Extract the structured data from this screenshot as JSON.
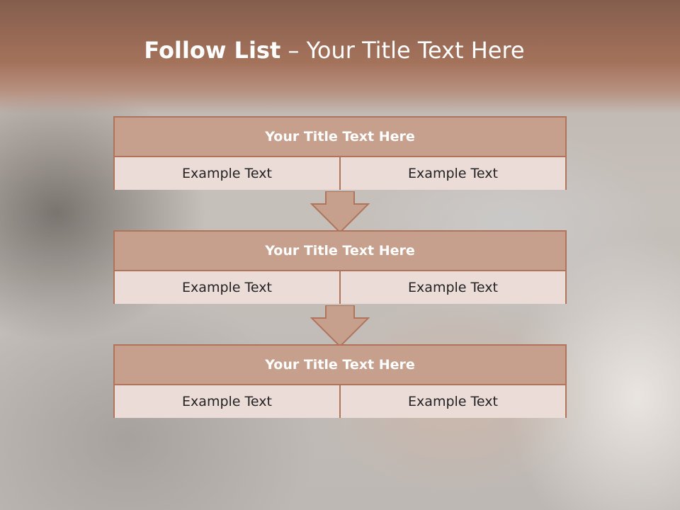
{
  "slide": {
    "title_bold": "Follow List",
    "title_rest": " – Your Title Text Here"
  },
  "steps": [
    {
      "title": "Your Title Text Here",
      "left": "Example Text",
      "right": "Example Text"
    },
    {
      "title": "Your Title Text Here",
      "left": "Example Text",
      "right": "Example Text"
    },
    {
      "title": "Your Title Text Here",
      "left": "Example Text",
      "right": "Example Text"
    }
  ],
  "colors": {
    "accent": "#b0735c",
    "header_fill": "#c6a08d",
    "cell_fill": "#ecdcd8",
    "title_band": "#a4725b"
  },
  "icons": [
    "down-arrow-icon"
  ]
}
